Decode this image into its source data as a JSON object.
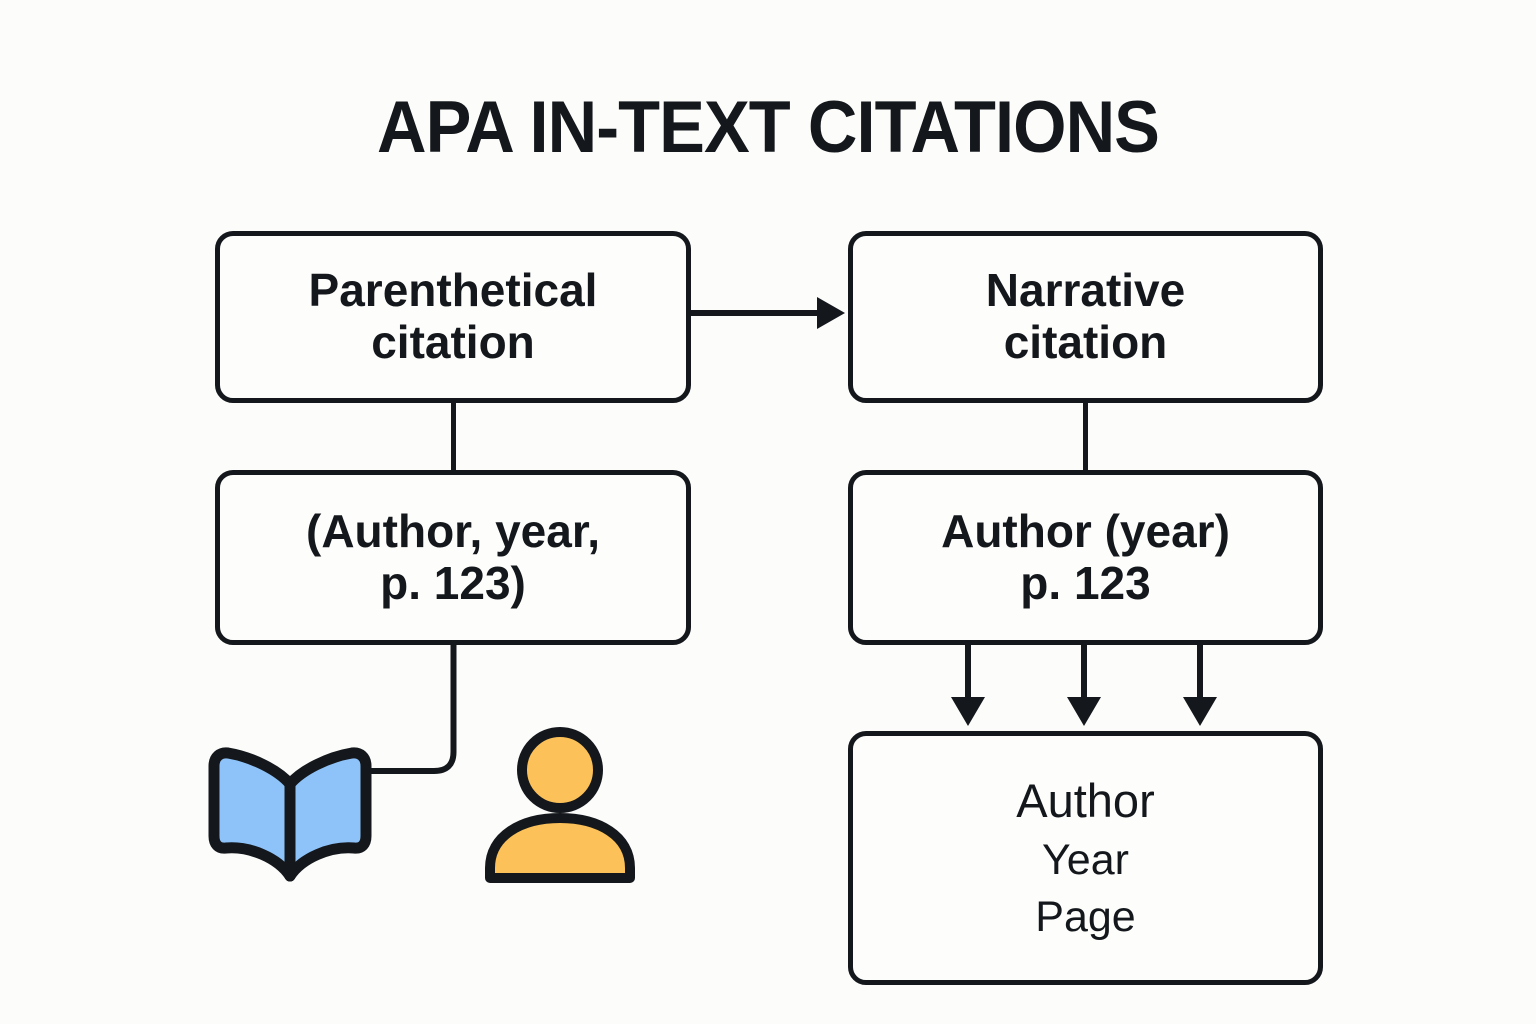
{
  "title": "APA IN-TEXT CITATIONS",
  "colors": {
    "background": "#fcfcfa",
    "stroke": "#14181c",
    "book_fill": "#8ec3fa",
    "person_fill": "#fcc158",
    "box_fill": "#fdfdfb"
  },
  "boxes": {
    "parenthetical": {
      "line1": "Parenthetical",
      "line2": "citation"
    },
    "narrative": {
      "line1": "Narrative",
      "line2": "citation"
    },
    "parenthetical_format": {
      "line1": "(Author, year,",
      "line2": "p. 123)"
    },
    "narrative_format": {
      "line1": "Author (year)",
      "line2": "p. 123"
    },
    "components": {
      "line1": "Author",
      "line2": "Year",
      "line3": "Page"
    }
  },
  "icons": {
    "book": "open-book-icon",
    "person": "person-icon"
  },
  "connectors": [
    {
      "name": "parenthetical-to-narrative",
      "from": "parenthetical",
      "to": "narrative",
      "style": "arrow-right"
    },
    {
      "name": "parenthetical-to-format",
      "from": "parenthetical",
      "to": "parenthetical_format",
      "style": "line-vertical"
    },
    {
      "name": "narrative-to-format",
      "from": "narrative",
      "to": "narrative_format",
      "style": "line-vertical"
    },
    {
      "name": "paren-format-to-book",
      "from": "parenthetical_format",
      "to": "book-icon",
      "style": "elbow-curve"
    },
    {
      "name": "narr-format-to-author",
      "from": "narrative_format",
      "to": "components",
      "style": "arrow-down"
    },
    {
      "name": "narr-format-to-year",
      "from": "narrative_format",
      "to": "components",
      "style": "arrow-down"
    },
    {
      "name": "narr-format-to-page",
      "from": "narrative_format",
      "to": "components",
      "style": "arrow-down"
    }
  ]
}
